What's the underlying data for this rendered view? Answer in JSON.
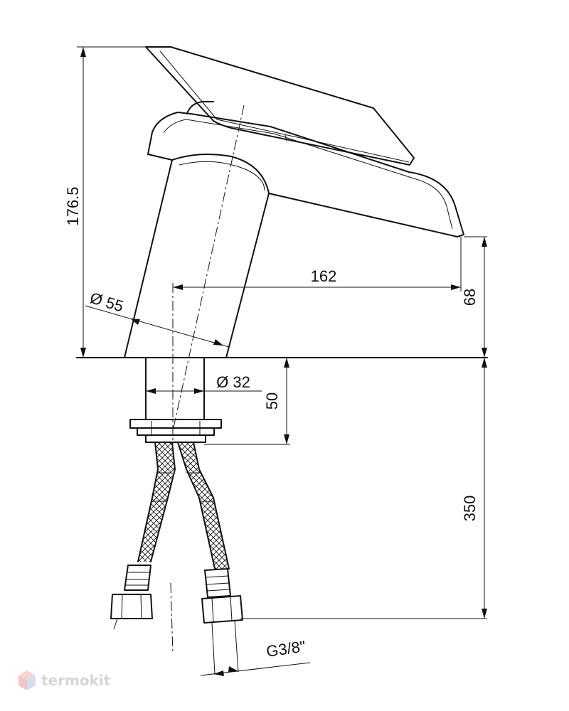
{
  "dimensions": {
    "total_height": "176.5",
    "spout_reach": "162",
    "spout_height": "68",
    "body_diameter": "Ø 55",
    "shank_diameter": "Ø 32",
    "shank_length": "50",
    "hose_length": "350",
    "connector_thread": "G3/8\""
  },
  "watermark": {
    "brand": "termokit"
  }
}
